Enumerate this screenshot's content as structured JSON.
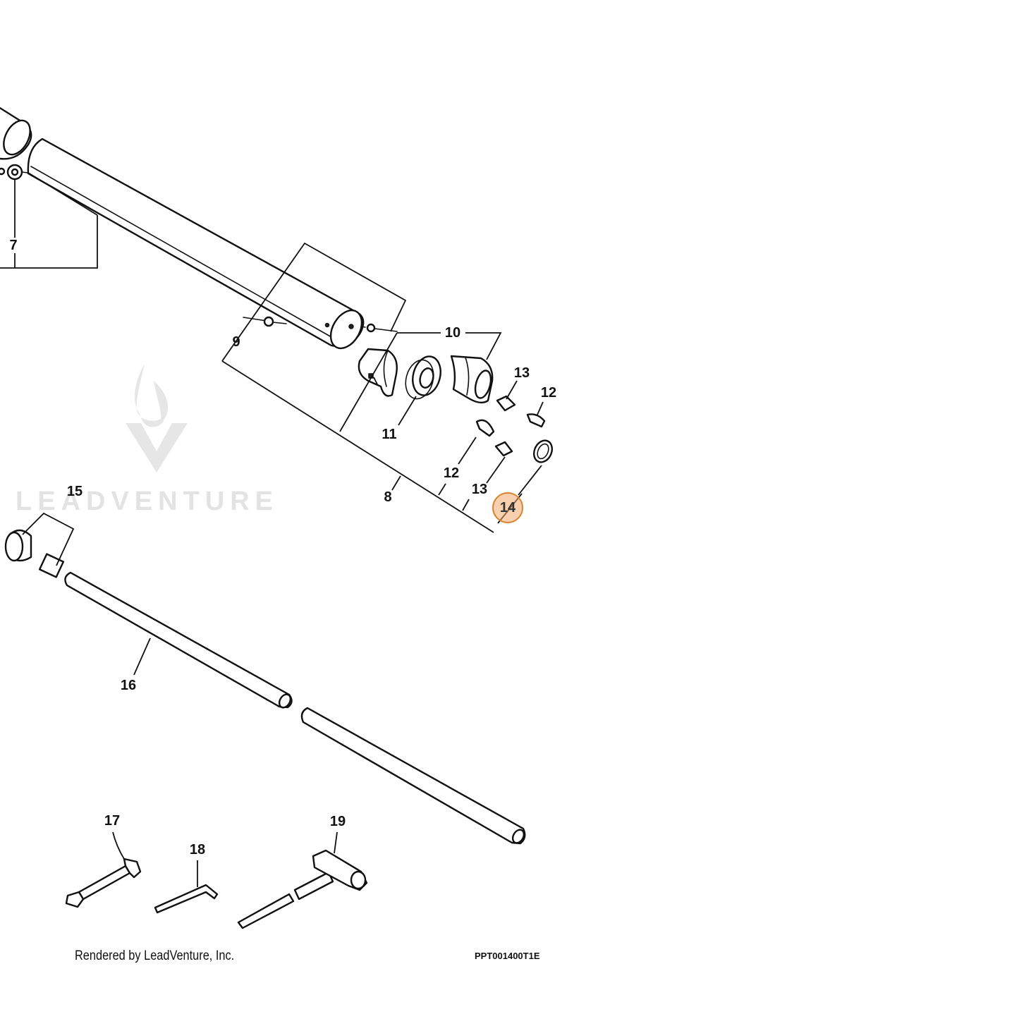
{
  "diagram": {
    "callouts": [
      {
        "id": "7",
        "label": "7"
      },
      {
        "id": "8",
        "label": "8"
      },
      {
        "id": "9",
        "label": "9"
      },
      {
        "id": "10",
        "label": "10"
      },
      {
        "id": "11",
        "label": "11"
      },
      {
        "id": "12a",
        "label": "12"
      },
      {
        "id": "12b",
        "label": "12"
      },
      {
        "id": "13a",
        "label": "13"
      },
      {
        "id": "13b",
        "label": "13"
      },
      {
        "id": "14",
        "label": "14"
      },
      {
        "id": "15",
        "label": "15"
      },
      {
        "id": "16",
        "label": "16"
      },
      {
        "id": "17",
        "label": "17"
      },
      {
        "id": "18",
        "label": "18"
      },
      {
        "id": "19",
        "label": "19"
      }
    ],
    "highlighted_callout": "14",
    "highlight_color": "#f0aa6e"
  },
  "watermark": {
    "text": "LEADVENTURE",
    "color": "#e3e3e3"
  },
  "footer": {
    "credit": "Rendered by LeadVenture, Inc.",
    "code": "PPT001400T1E"
  }
}
